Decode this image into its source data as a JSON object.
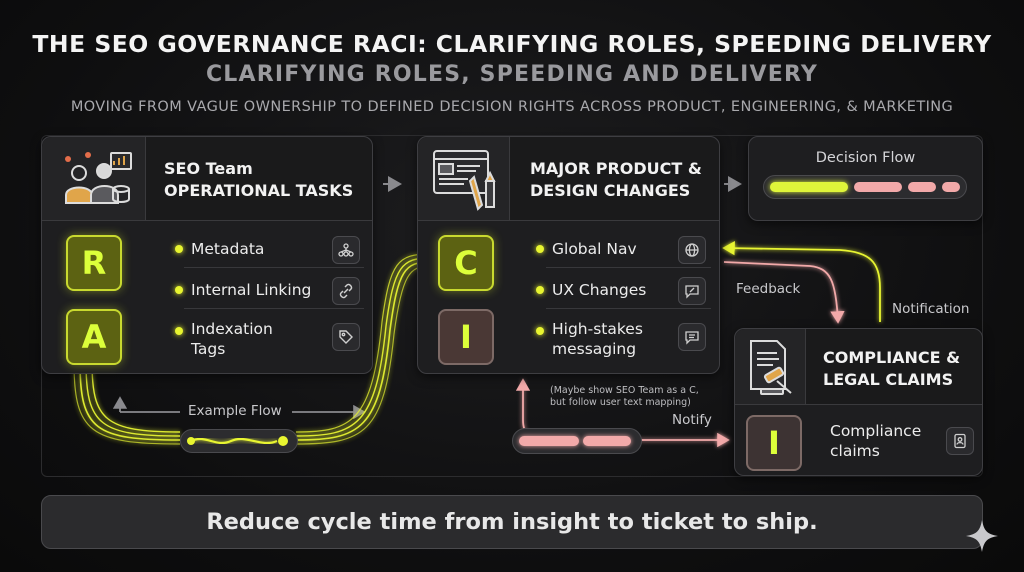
{
  "header": {
    "title": "THE SEO GOVERNANCE RACI: CLARIFYING ROLES, SPEEDING DELIVERY",
    "subtitle": "CLARIFYING ROLES, SPEEDING AND DELIVERY",
    "tagline": "MOVING FROM VAGUE OWNERSHIP TO DEFINED DECISION RIGHTS ACROSS PRODUCT, ENGINEERING, & MARKETING"
  },
  "seo_card": {
    "title_line1": "SEO Team",
    "title_line2": "OPERATIONAL TASKS",
    "letters": [
      "R",
      "A"
    ],
    "rows": [
      {
        "label": "Metadata",
        "icon": "sitemap-icon"
      },
      {
        "label": "Internal Linking",
        "icon": "link-icon"
      },
      {
        "label": "Indexation",
        "label2": "Tags",
        "icon": "tag-icon"
      }
    ]
  },
  "product_card": {
    "title_line1": "MAJOR PRODUCT &",
    "title_line2": "DESIGN CHANGES",
    "letters": [
      "C",
      "I"
    ],
    "rows": [
      {
        "label": "Global Nav",
        "icon": "globe-icon"
      },
      {
        "label": "UX Changes",
        "icon": "chat-edit-icon"
      },
      {
        "label": "High-stakes",
        "label2": "messaging",
        "icon": "message-icon"
      }
    ]
  },
  "decision_flow": {
    "label": "Decision Flow"
  },
  "compliance_card": {
    "title_line1": "COMPLIANCE &",
    "title_line2": "LEGAL CLAIMS",
    "letter": "I",
    "row": {
      "label": "Compliance",
      "label2": "claims",
      "icon": "id-badge-icon"
    }
  },
  "annotations": {
    "example_flow": "Example Flow",
    "feedback": "Feedback",
    "notification": "Notification",
    "notify": "Notify",
    "note_line1": "(Maybe show SEO Team as a C,",
    "note_line2": "but follow user text mapping)"
  },
  "footer": {
    "text": "Reduce cycle time from insight to ticket to ship."
  },
  "colors": {
    "neon_yellow": "#e8f530",
    "pink": "#f2a9a9",
    "card_bg": "#1e1e20"
  }
}
